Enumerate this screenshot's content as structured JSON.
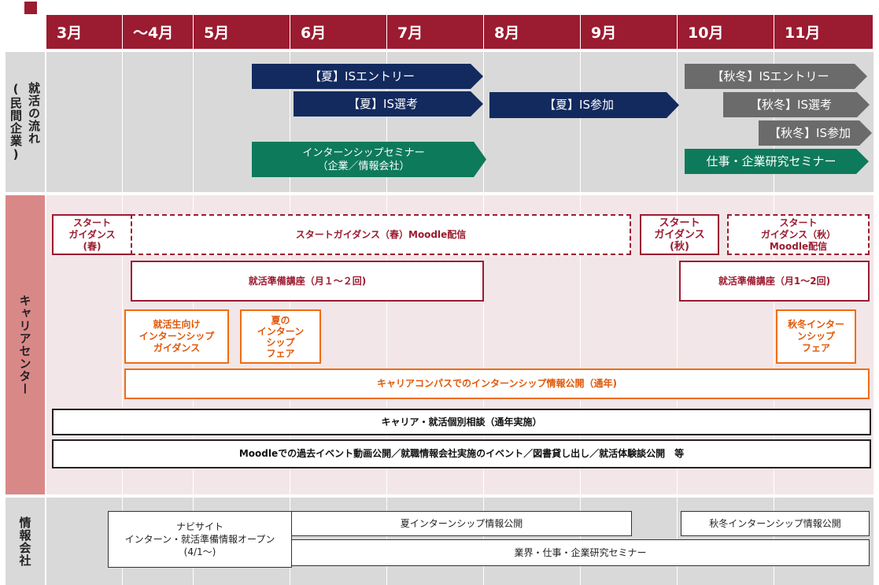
{
  "months": [
    "3月",
    "～4月",
    "5月",
    "6月",
    "7月",
    "8月",
    "9月",
    "10月",
    "11月"
  ],
  "rows": {
    "private_label": [
      "就活の流れ",
      "(民間企業)"
    ],
    "career_label": "キャリアセンター",
    "info_label": "情報会社"
  },
  "private": {
    "summer_entry": "【夏】ISエントリー",
    "summer_selection": "【夏】IS選考",
    "summer_participation": "【夏】IS参加",
    "internship_seminar_l1": "インターンシップセミナー",
    "internship_seminar_l2": "（企業／情報会社）",
    "fall_entry": "【秋冬】ISエントリー",
    "fall_selection": "【秋冬】IS選考",
    "fall_participation": "【秋冬】IS参加",
    "job_seminar": "仕事・企業研究セミナー"
  },
  "career": {
    "start_spring_l1": "スタート",
    "start_spring_l2": "ガイダンス",
    "start_spring_l3": "(春)",
    "start_spring_moodle": "スタートガイダンス（春）Moodle配信",
    "start_fall_l1": "スタート",
    "start_fall_l2": "ガイダンス",
    "start_fall_l3": "(秋)",
    "start_fall_moodle_l1": "スタート",
    "start_fall_moodle_l2": "ガイダンス（秋）",
    "start_fall_moodle_l3": "Moodle配信",
    "prep_course_1": "就活準備講座（月１～２回)",
    "prep_course_2": "就活準備講座（月1～2回)",
    "guidance_l1": "就活生向け",
    "guidance_l2": "インターンシップ",
    "guidance_l3": "ガイダンス",
    "summer_fair_l1": "夏の",
    "summer_fair_l2": "インターン",
    "summer_fair_l3": "シップ",
    "summer_fair_l4": "フェア",
    "fall_fair_l1": "秋冬インター",
    "fall_fair_l2": "ンシップ",
    "fall_fair_l3": "フェア",
    "compass": "キャリアコンパスでのインターンシップ情報公開（通年)",
    "consultation": "キャリア・就活個別相談（通年実施）",
    "moodle_events": "Moodleでの過去イベント動画公開／就職情報会社実施のイベント／図書貸し出し／就活体験談公開　等"
  },
  "info": {
    "navi_l1": "ナビサイト",
    "navi_l2": "インターン・就活準備情報オープン",
    "navi_l3": "(4/1～)",
    "summer_info": "夏インターンシップ情報公開",
    "fall_info": "秋冬インターンシップ情報公開",
    "industry_seminar": "業界・仕事・企業研究セミナー"
  },
  "colors": {
    "header": "#9b1b30",
    "career_band": "#d98888",
    "career_bg": "#f3e6e8",
    "navy": "#132a5e",
    "green": "#0d7a5b",
    "gray": "#6b6b6b",
    "orange": "#ef6d12"
  }
}
